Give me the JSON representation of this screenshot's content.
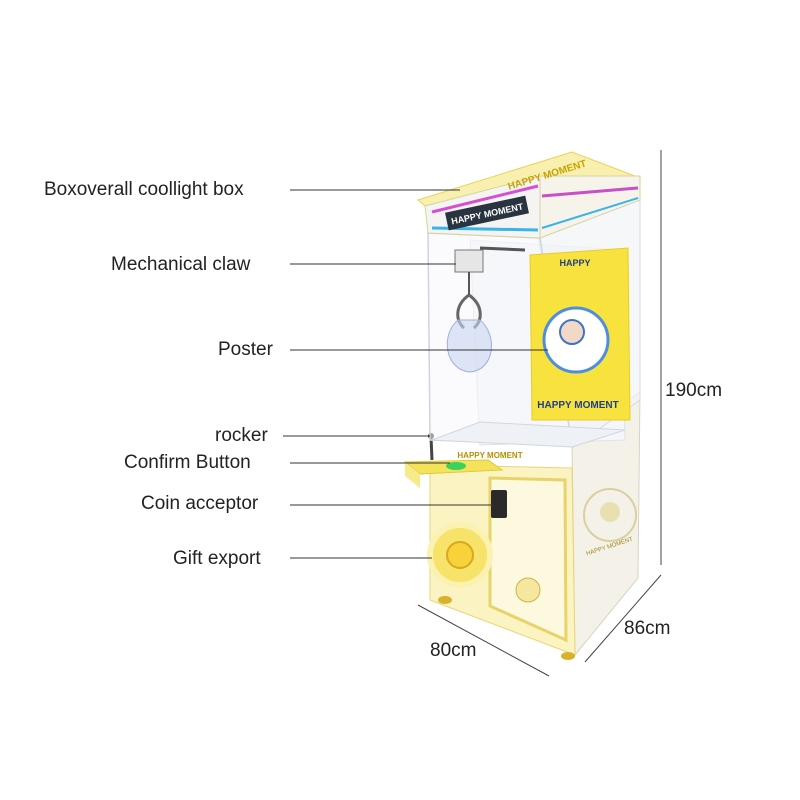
{
  "labels": {
    "box": "Boxoverall coollight box",
    "claw": "Mechanical claw",
    "poster": "Poster",
    "rocker": "rocker",
    "confirm": "Confirm Button",
    "coin": "Coin acceptor",
    "gift": "Gift export"
  },
  "dimensions": {
    "height": "190cm",
    "depth": "86cm",
    "width": "80cm"
  },
  "signage": {
    "top_brand": "HAPPY MOMENT",
    "front_brand": "HAPPY MOMENT",
    "side_brand": "HAPPY MOMENT",
    "poster_top": "HAPPY",
    "poster_bottom": "HAPPY MOMENT"
  },
  "colors": {
    "accent_yellow": "#f7e03a",
    "pale_yellow": "#fbf3b5",
    "cabinet_white": "#f6f4ec",
    "line": "#333333"
  }
}
